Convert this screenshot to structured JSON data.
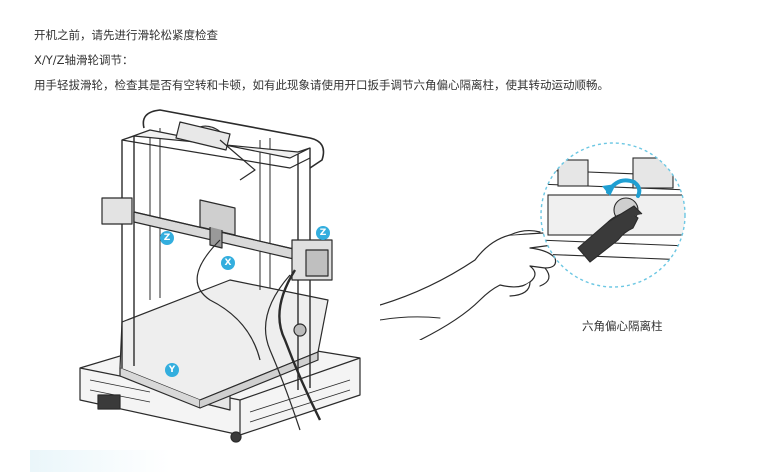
{
  "instructions": {
    "line1": "开机之前，请先进行滑轮松紧度检查",
    "line2": "X/Y/Z轴滑轮调节：",
    "line3": "用手轻拔滑轮，检查其是否有空转和卡顿，如有此现象请使用开口扳手调节六角偏心隔离柱，使其转动运动顺畅。"
  },
  "labels": {
    "z_left": "Z",
    "z_right": "Z",
    "x_axis": "X",
    "y_axis": "Y",
    "callout": "六角偏心隔离柱"
  },
  "colors": {
    "badge": "#33aede",
    "magnifier_ring": "#6cc7e3",
    "rotate_arrow": "#1f9fd2",
    "line_art": "#2b2b2b"
  }
}
